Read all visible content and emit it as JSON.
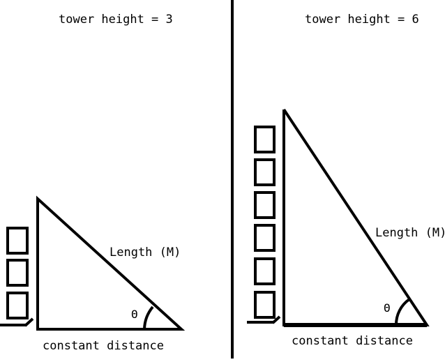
{
  "panels": {
    "left": {
      "title": "tower height = 3",
      "length_label": "Length (M)",
      "distance_label": "constant distance",
      "angle_label": "Θ",
      "block_count": 3
    },
    "right": {
      "title": "tower height = 6",
      "length_label": "Length (M)",
      "distance_label": "constant distance",
      "angle_label": "Θ",
      "block_count": 6
    }
  },
  "colors": {
    "ink": "#000000",
    "background": "#ffffff"
  }
}
